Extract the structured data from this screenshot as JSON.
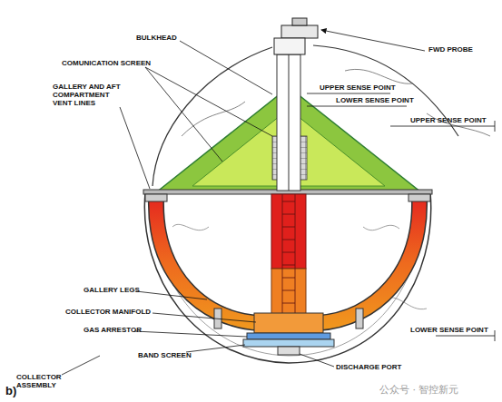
{
  "diagram": {
    "labels": [
      "BULKHEAD",
      "COMUNICATION SCREEN",
      "GALLERY AND AFT COMPARTMENT VENT LINES",
      "FWD PROBE",
      "UPPER SENSE POINT",
      "LOWER SENSE POINT",
      "UPPER SENSE POINT",
      "LOWER SENSE POINT",
      "GALLERY LEGS",
      "COLLECTOR MANIFOLD",
      "GAS ARRESTOR",
      "BAND SCREEN",
      "DISCHARGE PORT",
      "COLLECTOR ASSEMBLY",
      "b)",
      "公众号 · 智控新元"
    ]
  }
}
